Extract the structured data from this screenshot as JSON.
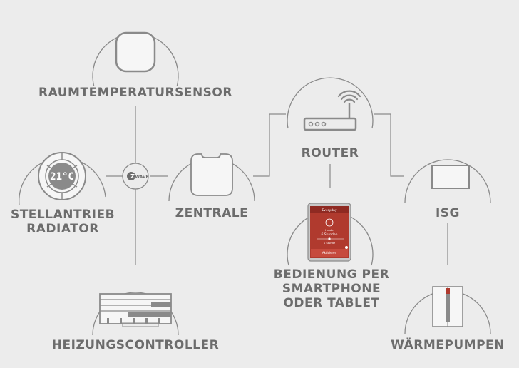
{
  "nodes": {
    "sensor": {
      "label": "RAUMTEMPERATURSENSOR"
    },
    "router": {
      "label": "ROUTER"
    },
    "radiator": {
      "label_line1": "STELLANTRIEB",
      "label_line2": "RADIATOR"
    },
    "zentrale": {
      "label": "ZENTRALE"
    },
    "isg": {
      "label": "ISG"
    },
    "smartphone": {
      "label_line1": "BEDIENUNG PER",
      "label_line2": "SMARTPHONE",
      "label_line3": "ODER TABLET"
    },
    "heizung": {
      "label": "HEIZUNGSCONTROLLER"
    },
    "waermepumpen": {
      "label": "WÄRMEPUMPEN"
    }
  },
  "hub": {
    "label": "WAVE",
    "icon": "zwave-icon"
  },
  "thermostat_display": "21°C",
  "tablet_screen": {
    "header": "Everyday",
    "temp_label": "Heute",
    "duration": "6 Stunden",
    "sub": "1 Stunde",
    "button": "Aktivieren"
  },
  "colors": {
    "background": "#ececec",
    "line": "#8a8a8a",
    "text": "#6c6c6c",
    "screen_red": "#c0392b"
  }
}
